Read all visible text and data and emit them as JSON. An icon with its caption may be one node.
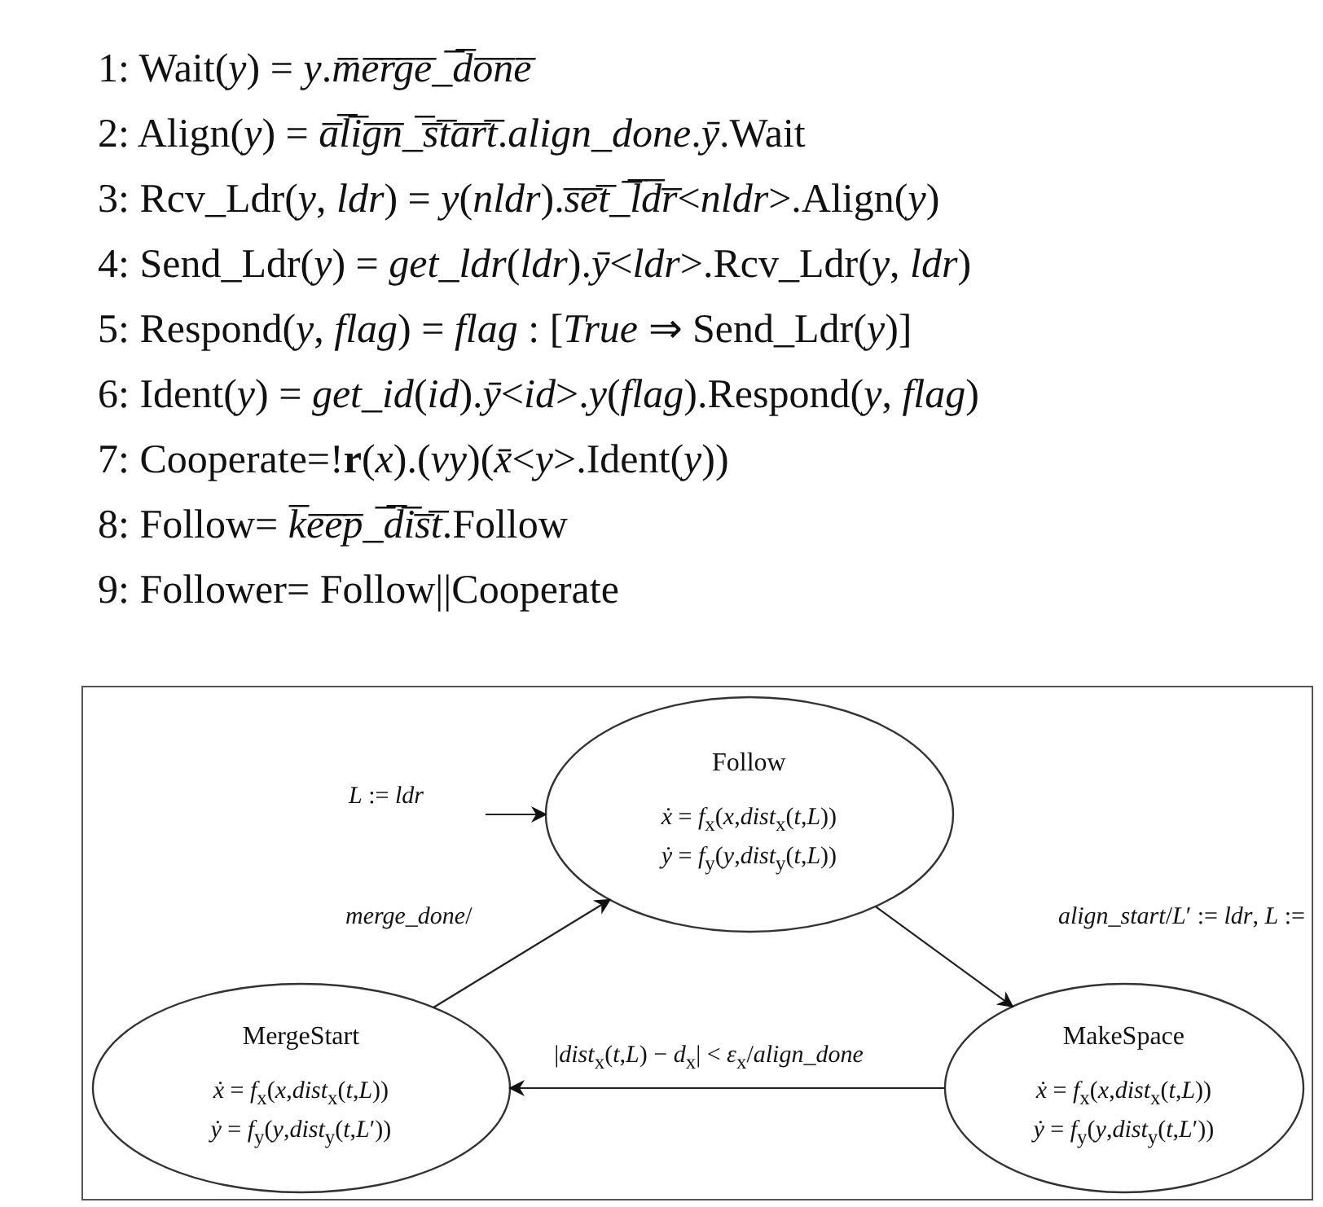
{
  "diagram": {
    "nodes": [
      {
        "text": [],
        "shape": "box"
      },
      {
        "text": [
          "Follow",
          "*ẋ* = *f*$_{x}$(*x*,*dist*$_{x}$(*t*,*L*)) *ẏ* = *f*$_{y}$(*y*,*dist*$_{y}$(*t*,*L*))"
        ],
        "in": 0
      },
      {
        "text": [
          "MergeStart",
          "*ẋ* = *f*$_{x}$(*x*,*dist*$_{x}$(*t*,*L*)) *ẏ* = *f*$_{y}$(*y*,*dist*$_{y}$(*t*,*L*′))"
        ],
        "in": 0
      },
      {
        "text": [
          "MakeSpace",
          "*ẋ* = *f*$_{x}$(*x*,*dist*$_{x}$(*t*,*L*)) *ẏ* = *f*$_{y}$(*y*,*dist*$_{y}$(*t*,*L*′))"
        ],
        "in": 0
      }
    ],
    "edges": [
      {
        "from": null,
        "to": 1,
        "arrow": "to",
        "label": "*L* := *ldr*"
      },
      {
        "from": 2,
        "to": 1,
        "arrow": "to",
        "label": "*merge_done*/"
      },
      {
        "from": 1,
        "to": 3,
        "arrow": "to",
        "label": "*align_start*/*L*′ := *ldr*, *L* :="
      },
      {
        "from": 3,
        "to": 2,
        "arrow": "to",
        "label": "|*dist*$_{x}$(*t*,*L*) − *d*$_{x}$| < *ε*$_{x}$/*align_done*"
      }
    ],
    "labels": [
      "1: Wait(*y*) = *y*.*m̅e̅r̅g̅e̅_̅d̅o̅n̅e̅*",
      "2: Align(*y*) = *a̅l̅i̅g̅n̅_̅s̅t̅a̅r̅t̅*.*align_done*.*ȳ*.Wait",
      "3: Rcv_Ldr(*y*, *ldr*) = *y*(*nldr*).*s̅e̅t̅_̅l̅d̅r̅*<*nldr*>.Align(*y*)",
      "4: Send_Ldr(*y*) = *get_ldr*(*ldr*).*ȳ*<*ldr*>.Rcv_Ldr(*y*, *ldr*)",
      "5: Respond(*y*, *flag*) = *flag* : [*True* ⇒ Send_Ldr(*y*)]",
      "6: Ident(*y*) = *get_id*(*id*).*ȳ*<*id*>.*y*(*flag*).Respond(*y*, *flag*)",
      "7: Cooperate=!**r**(*x*).(*νy*)(*x̄*<*y*>.Ident(*y*))",
      "8: Follow= *k̅e̅e̅p̅_̅d̅i̅s̅t̅*.Follow",
      "9: Follower= Follow||Cooperate"
    ]
  }
}
